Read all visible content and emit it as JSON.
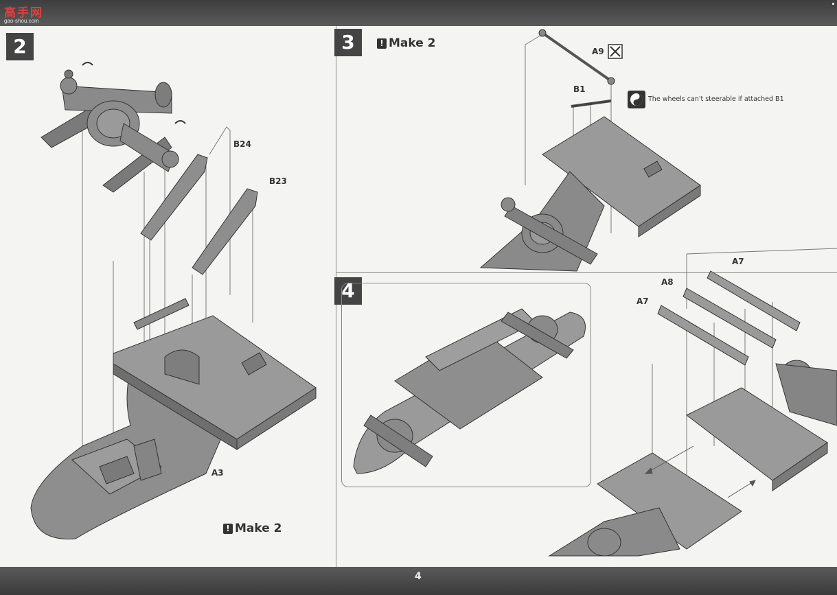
{
  "watermark": {
    "brand": "高手网",
    "url": "gao-shou.com"
  },
  "steps": [
    {
      "number": "2",
      "make_label": "Make 2"
    },
    {
      "number": "3",
      "make_label": "Make 2"
    },
    {
      "number": "4"
    }
  ],
  "step2_parts": {
    "b24": "B24",
    "b23": "B23",
    "a3": "A3"
  },
  "step3_parts": {
    "a9": "A9",
    "b1": "B1",
    "b1_note": "The wheels can't steerable if attached B1"
  },
  "step4_parts": {
    "a7_right": "A7",
    "a8": "A8",
    "a7_left": "A7"
  },
  "footer": {
    "page_number": "4"
  },
  "colors": {
    "part_fill": "#8a8a8a",
    "part_dark": "#5e5e5e",
    "part_light": "#b4b4b4",
    "step_badge": "#444444"
  }
}
